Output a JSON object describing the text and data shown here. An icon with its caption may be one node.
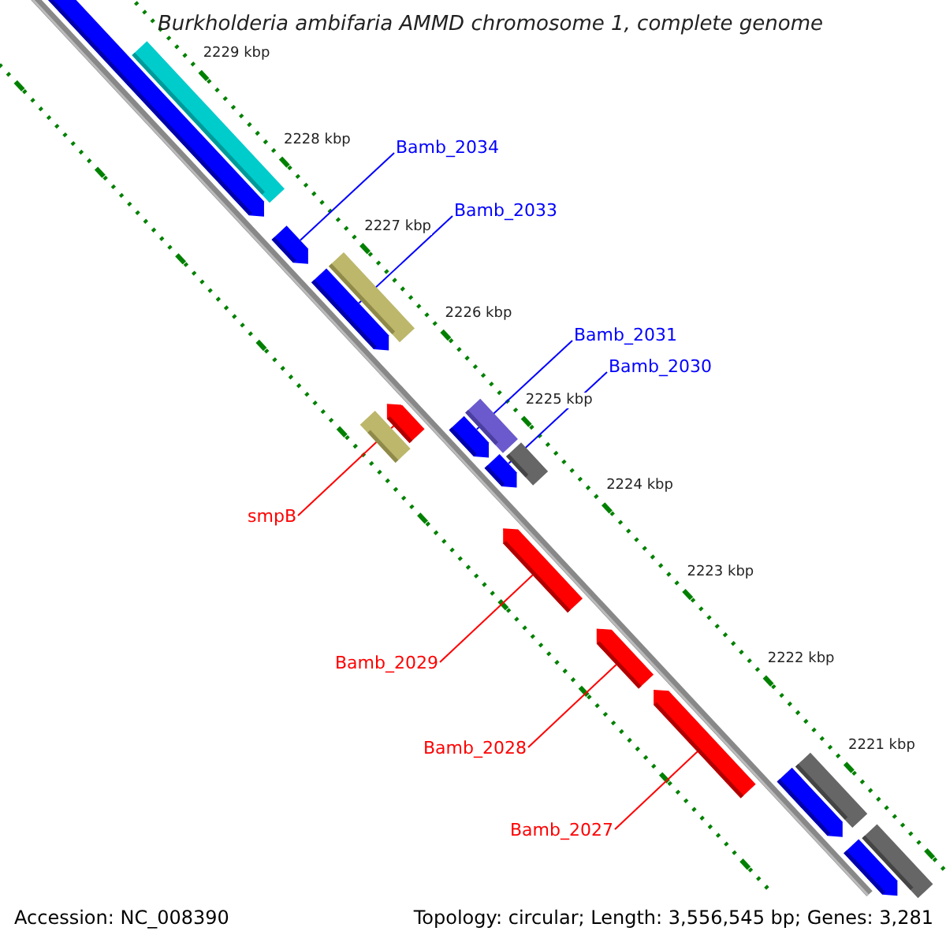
{
  "diagram": {
    "title": "Burkholderia ambifaria AMMD chromosome 1, complete genome",
    "nodes": [
      {
        "text": [
          "Bamb_2034"
        ]
      },
      {
        "text": [
          "Bamb_2033"
        ]
      },
      {
        "text": [
          "Bamb_2031"
        ]
      },
      {
        "text": [
          "Bamb_2030"
        ]
      },
      {
        "text": [
          "smpB"
        ]
      },
      {
        "text": [
          "Bamb_2029"
        ]
      },
      {
        "text": [
          "Bamb_2028"
        ]
      },
      {
        "text": [
          "Bamb_2027"
        ]
      },
      {
        "text": [],
        "shape": "bar"
      },
      {
        "text": [],
        "shape": "pentagon"
      },
      {
        "text": [],
        "shape": "pentagon"
      },
      {
        "text": [],
        "shape": "bar"
      },
      {
        "text": [],
        "shape": "pentagon"
      },
      {
        "text": [],
        "shape": "bar"
      },
      {
        "text": [],
        "shape": "pentagon"
      },
      {
        "text": [],
        "shape": "bar"
      },
      {
        "text": [],
        "shape": "pentagon"
      },
      {
        "text": [],
        "shape": "bar"
      },
      {
        "text": [],
        "shape": "pentagon"
      },
      {
        "text": [],
        "shape": "pentagon"
      },
      {
        "text": [],
        "shape": "pentagon"
      },
      {
        "text": [],
        "shape": "pentagon"
      },
      {
        "text": [],
        "shape": "bar"
      },
      {
        "text": [],
        "shape": "pentagon"
      },
      {
        "text": [],
        "shape": "bar"
      },
      {
        "text": [],
        "shape": "pentagon"
      }
    ],
    "edges": [
      {
        "from": 0,
        "to": 10,
        "arrow": "none"
      },
      {
        "from": 1,
        "to": 12,
        "arrow": "none"
      },
      {
        "from": 2,
        "to": 16,
        "arrow": "none"
      },
      {
        "from": 3,
        "to": 18,
        "arrow": "none"
      },
      {
        "from": 4,
        "to": 14,
        "arrow": "none",
        "color": "#ff0000"
      },
      {
        "from": 5,
        "to": 19,
        "arrow": "none",
        "color": "#ff0000"
      },
      {
        "from": 6,
        "to": 20,
        "arrow": "none",
        "color": "#ff0000"
      },
      {
        "from": 7,
        "to": 21,
        "arrow": "none",
        "color": "#ff0000"
      }
    ],
    "labels": [
      "2229 kbp",
      "2228 kbp",
      "2227 kbp",
      "2226 kbp",
      "2225 kbp",
      "2224 kbp",
      "2223 kbp",
      "2222 kbp",
      "2221 kbp",
      "Accession: NC_008390",
      "Topology: circular; Length: 3,556,545 bp; Genes: 3,281"
    ]
  }
}
